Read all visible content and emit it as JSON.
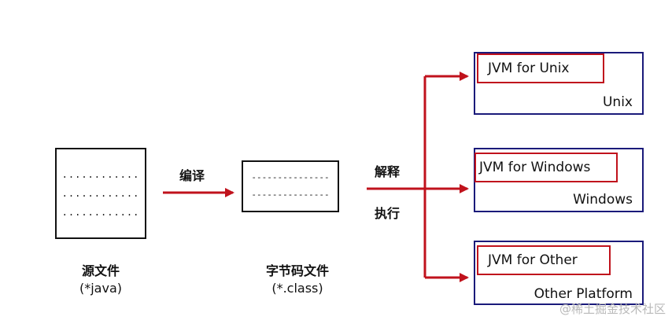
{
  "source": {
    "dots": [
      "............",
      "............",
      "............"
    ],
    "caption_line1": "源文件",
    "caption_line2": "(*java)"
  },
  "compile_label": "编译",
  "bytecode": {
    "dashes": [
      "---------------",
      "---------------"
    ],
    "caption_line1": "字节码文件",
    "caption_line2": "(*.class)"
  },
  "interpret_label": "解释",
  "execute_label": "执行",
  "platforms": [
    {
      "jvm": "JVM for Unix",
      "os": "Unix"
    },
    {
      "jvm": "JVM for Windows",
      "os": "Windows"
    },
    {
      "jvm": "JVM for Other",
      "os": "Other Platform"
    }
  ],
  "watermark": "@稀土掘金技术社区",
  "colors": {
    "arrow": "#c0121c",
    "os_border": "#1a1a7a",
    "jvm_border": "#c0121c"
  }
}
